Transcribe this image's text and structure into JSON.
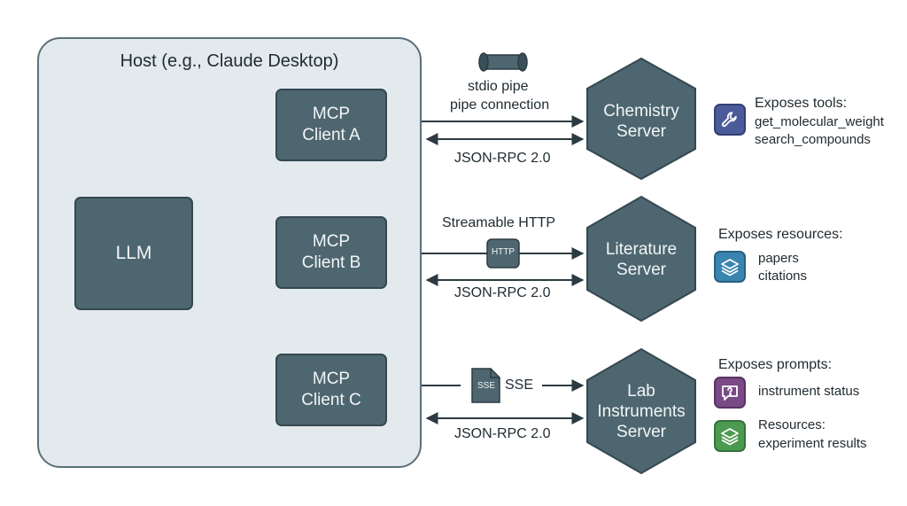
{
  "host": {
    "title": "Host (e.g., Claude Desktop)"
  },
  "llm": {
    "label": "LLM"
  },
  "clients": [
    {
      "label": "MCP\nClient A"
    },
    {
      "label": "MCP\nClient B"
    },
    {
      "label": "MCP\nClient C"
    }
  ],
  "connections": [
    {
      "transport_line1": "stdio pipe",
      "transport_line2": "pipe connection",
      "protocol": "JSON-RPC 2.0"
    },
    {
      "transport_line1": "Streamable HTTP",
      "badge": "HTTP",
      "protocol": "JSON-RPC 2.0"
    },
    {
      "transport_line1": "SSE",
      "badge": "SSE",
      "protocol": "JSON-RPC 2.0"
    }
  ],
  "servers": [
    {
      "label": "Chemistry\nServer"
    },
    {
      "label": "Literature\nServer"
    },
    {
      "label": "Lab\nInstruments\nServer"
    }
  ],
  "capabilities": {
    "chemistry": {
      "heading": "Exposes tools:",
      "items": [
        "get_molecular_weight",
        "search_compounds"
      ],
      "icon": "wrench-icon"
    },
    "literature": {
      "heading": "Exposes resources:",
      "items": [
        "papers",
        "citations"
      ],
      "icon": "layers-icon"
    },
    "lab_prompts": {
      "heading": "Exposes prompts:",
      "items": [
        "instrument status"
      ],
      "icon": "chat-question-icon"
    },
    "lab_resources": {
      "heading": "Resources:",
      "items": [
        "experiment results"
      ],
      "icon": "layers-icon"
    }
  },
  "colors": {
    "node_fill": "#4e6670",
    "node_stroke": "#344850",
    "host_fill": "#e3eaed",
    "tools_icon": "#4b5b9a",
    "resources_icon": "#3a84b0",
    "prompts_icon": "#7a4a86",
    "lab_resources_icon": "#4c9a52"
  }
}
